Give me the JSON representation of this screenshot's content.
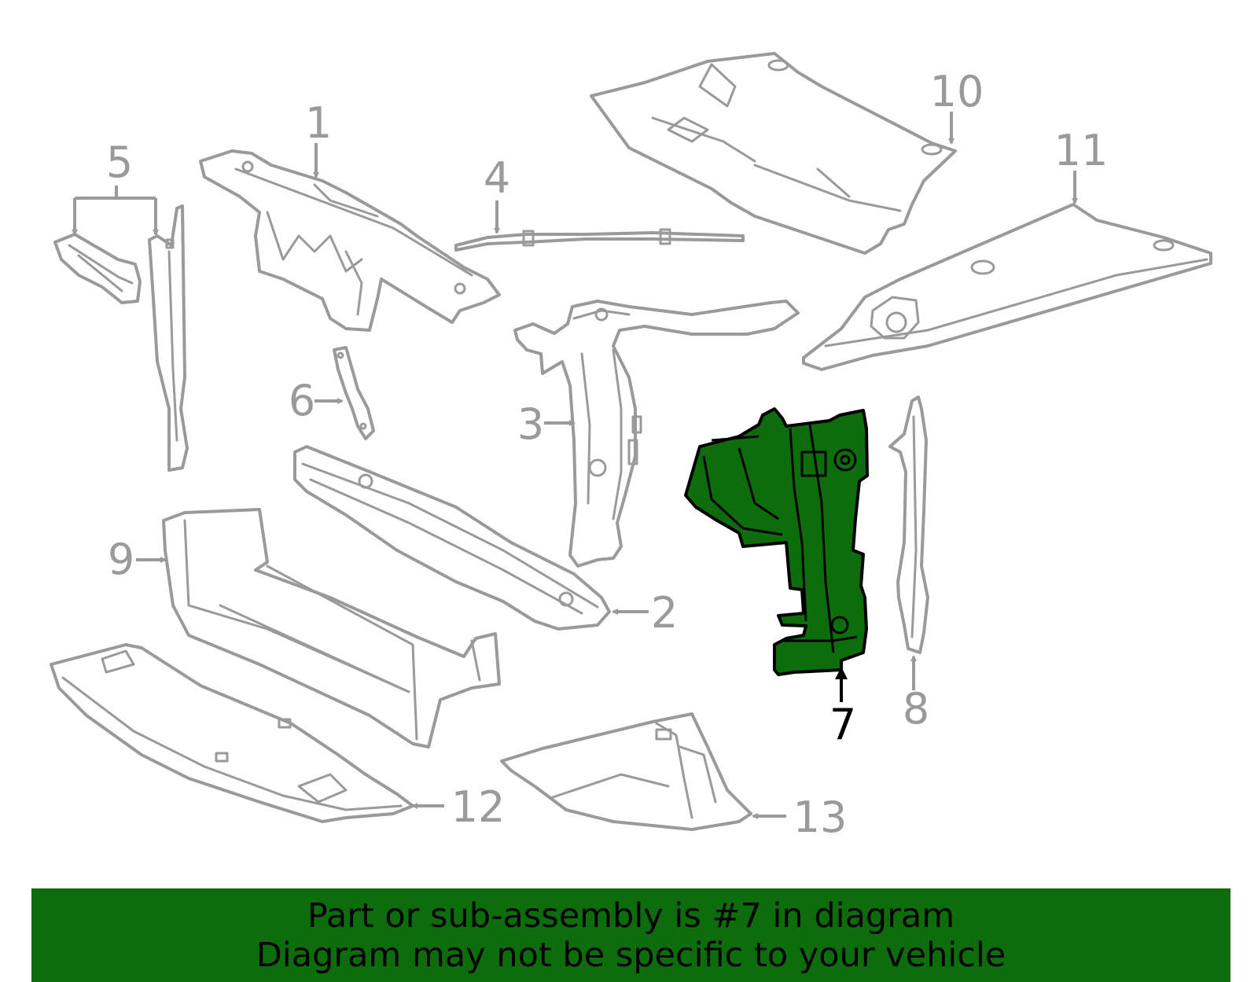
{
  "callouts": {
    "c1": "1",
    "c2": "2",
    "c3": "3",
    "c4": "4",
    "c5": "5",
    "c6": "6",
    "c7": "7",
    "c8": "8",
    "c9": "9",
    "c10": "10",
    "c11": "11",
    "c12": "12",
    "c13": "13"
  },
  "highlighted_part": "7",
  "colors": {
    "highlight": "#0d6d0d",
    "line": "#9a9a9a",
    "banner": "#0d6d0d"
  },
  "banner": {
    "line1": "Part or sub-assembly is #7 in diagram",
    "line2": "Diagram may not be specific to your vehicle"
  }
}
